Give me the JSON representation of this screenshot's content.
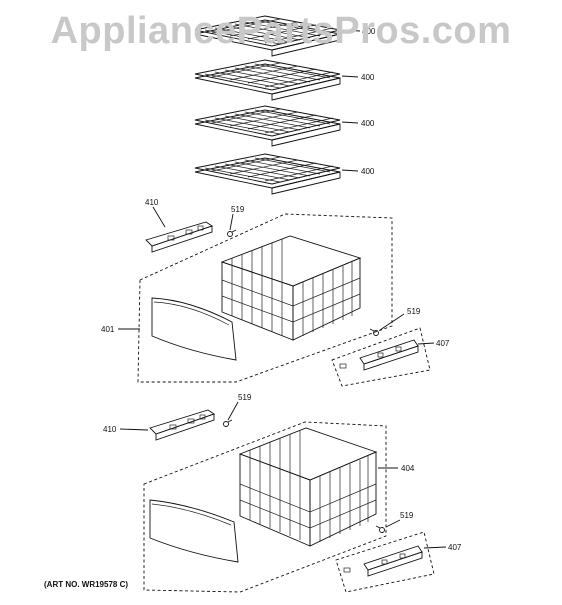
{
  "watermark": "AppliancePartsPros.com",
  "art_number": "(ART NO. WR19578 C)",
  "callouts": {
    "shelf_1": "400",
    "shelf_2": "400",
    "shelf_3": "400",
    "shelf_4": "400",
    "rail_upper_left": "410",
    "screw_upper_left": "519",
    "drawer_upper": "401",
    "screw_upper_right": "519",
    "rail_upper_right": "407",
    "rail_lower_left": "410",
    "screw_lower_left": "519",
    "basket_lower": "404",
    "screw_lower_right": "519",
    "rail_lower_right": "407"
  }
}
